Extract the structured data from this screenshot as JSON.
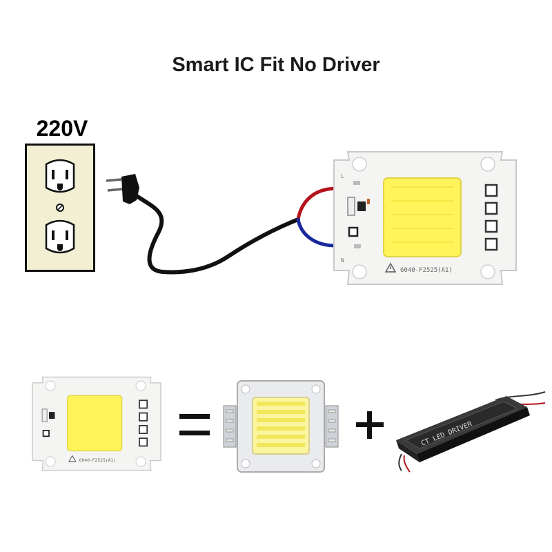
{
  "title": "Smart IC Fit No Driver",
  "voltage": "220V",
  "board_label": "6040-F2525(A1)",
  "board_pin_top": "L",
  "board_pin_bottom": "N",
  "equals_symbol": "=",
  "plus_symbol": "+",
  "driver_label": "CT LED DRIVER",
  "colors": {
    "outlet": "#f2efd3",
    "pcb": "#f4f4f2",
    "cob": "#fff45a",
    "wire_red": "#b3141c",
    "wire_blue": "#1a2a9c"
  }
}
